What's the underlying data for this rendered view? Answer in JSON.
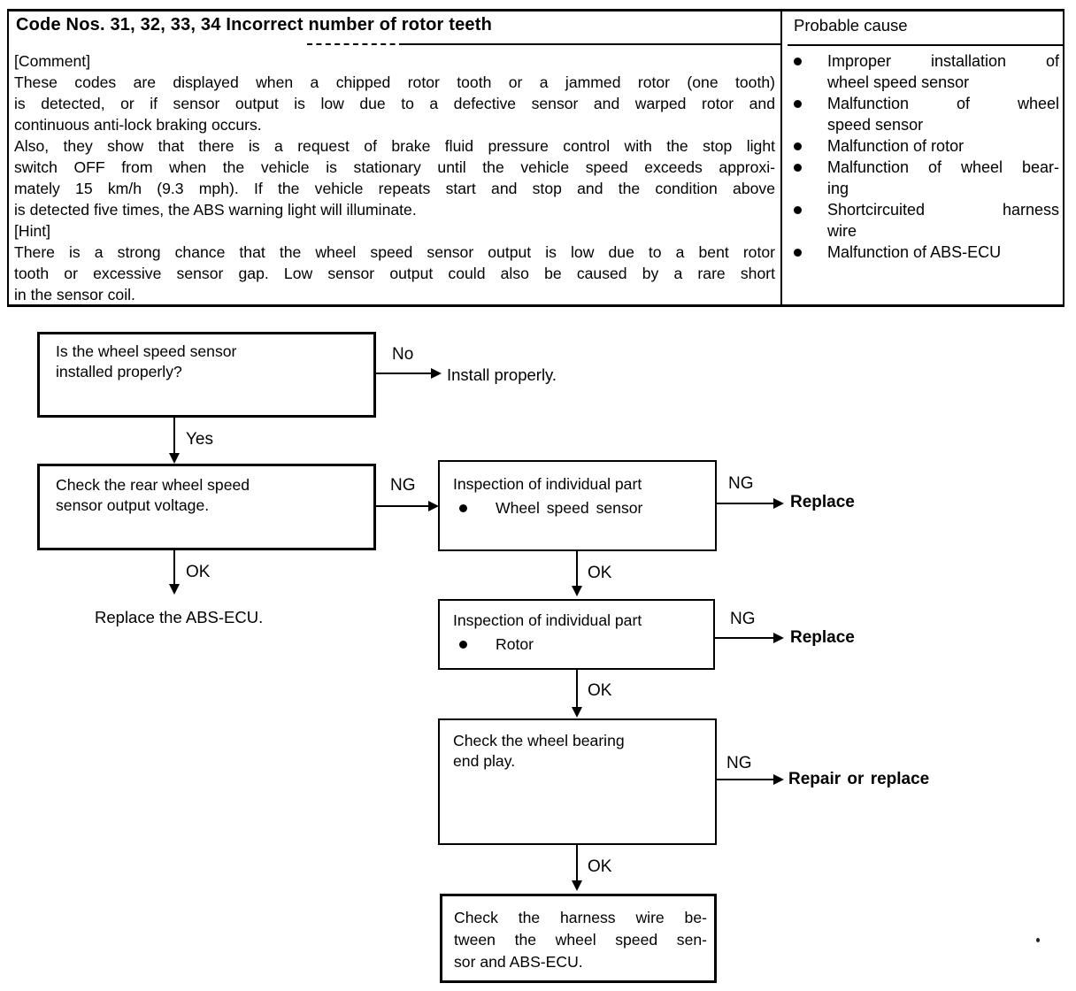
{
  "table": {
    "title": "Code Nos. 31, 32, 33, 34 Incorrect number of rotor teeth",
    "probable_cause_header": "Probable cause",
    "comment_lines": [
      {
        "t": "[Comment]",
        "j": false
      },
      {
        "t": "These codes are displayed when a chipped rotor tooth or a jammed rotor (one tooth)",
        "j": true
      },
      {
        "t": "is detected, or if sensor output is low due to a defective sensor and warped rotor and",
        "j": true
      },
      {
        "t": "continuous anti-lock braking occurs.",
        "j": false
      },
      {
        "t": "Also, they show that there is a request of brake fluid pressure control with the stop light",
        "j": true
      },
      {
        "t": "switch OFF from when the vehicle is stationary until the vehicle speed exceeds approxi-",
        "j": true
      },
      {
        "t": "mately 15 km/h (9.3 mph). If the vehicle repeats start and stop and the condition above",
        "j": true
      },
      {
        "t": "is detected five times, the ABS warning light will illuminate.",
        "j": false
      },
      {
        "t": "[Hint]",
        "j": false
      },
      {
        "t": "There is a strong chance that the wheel speed sensor output is low due to a bent rotor",
        "j": true
      },
      {
        "t": "tooth or excessive sensor gap. Low sensor output could also be caused by a rare short",
        "j": true
      },
      {
        "t": "in the sensor coil.",
        "j": false
      }
    ],
    "probable_causes": [
      {
        "lines": [
          {
            "t": "Improper installation of",
            "j": true
          },
          {
            "t": "wheel speed sensor",
            "j": false
          }
        ]
      },
      {
        "lines": [
          {
            "t": "Malfunction of wheel",
            "j": true
          },
          {
            "t": "speed sensor",
            "j": false
          }
        ]
      },
      {
        "lines": [
          {
            "t": "Malfunction of rotor",
            "j": false
          }
        ]
      },
      {
        "lines": [
          {
            "t": "Malfunction of wheel bear-",
            "j": true
          },
          {
            "t": "ing",
            "j": false
          }
        ]
      },
      {
        "lines": [
          {
            "t": "Shortcircuited harness",
            "j": true
          },
          {
            "t": "wire",
            "j": false
          }
        ]
      },
      {
        "lines": [
          {
            "t": "Malfunction of ABS-ECU",
            "j": false
          }
        ]
      }
    ]
  },
  "flowchart": {
    "box_sensor_installed": {
      "lines": [
        {
          "t": "Is the wheel speed sensor",
          "j": false
        },
        {
          "t": "installed properly?",
          "j": false
        }
      ]
    },
    "label_no": "No",
    "label_yes": "Yes",
    "label_ng": "NG",
    "label_ok": "OK",
    "result_install": "Install properly.",
    "box_output_voltage": {
      "lines": [
        {
          "t": "Check the rear wheel speed",
          "j": false
        },
        {
          "t": "sensor output voltage.",
          "j": false
        }
      ]
    },
    "box_inspect_sensor": {
      "title": "Inspection of individual part",
      "bullet": "Wheel speed sensor"
    },
    "result_replace_1": "Replace",
    "result_replace_ecu": "Replace the ABS-ECU.",
    "box_inspect_rotor": {
      "title": "Inspection of individual part",
      "bullet": "Rotor"
    },
    "result_replace_2": "Replace",
    "box_bearing": {
      "lines": [
        {
          "t": "Check the wheel bearing",
          "j": false
        },
        {
          "t": "end play.",
          "j": false
        }
      ]
    },
    "result_repair": "Repair or replace",
    "box_harness": {
      "lines": [
        {
          "t": "Check the harness wire be-",
          "j": true
        },
        {
          "t": "tween the wheel speed sen-",
          "j": true
        },
        {
          "t": "sor and ABS-ECU.",
          "j": false
        }
      ]
    }
  }
}
